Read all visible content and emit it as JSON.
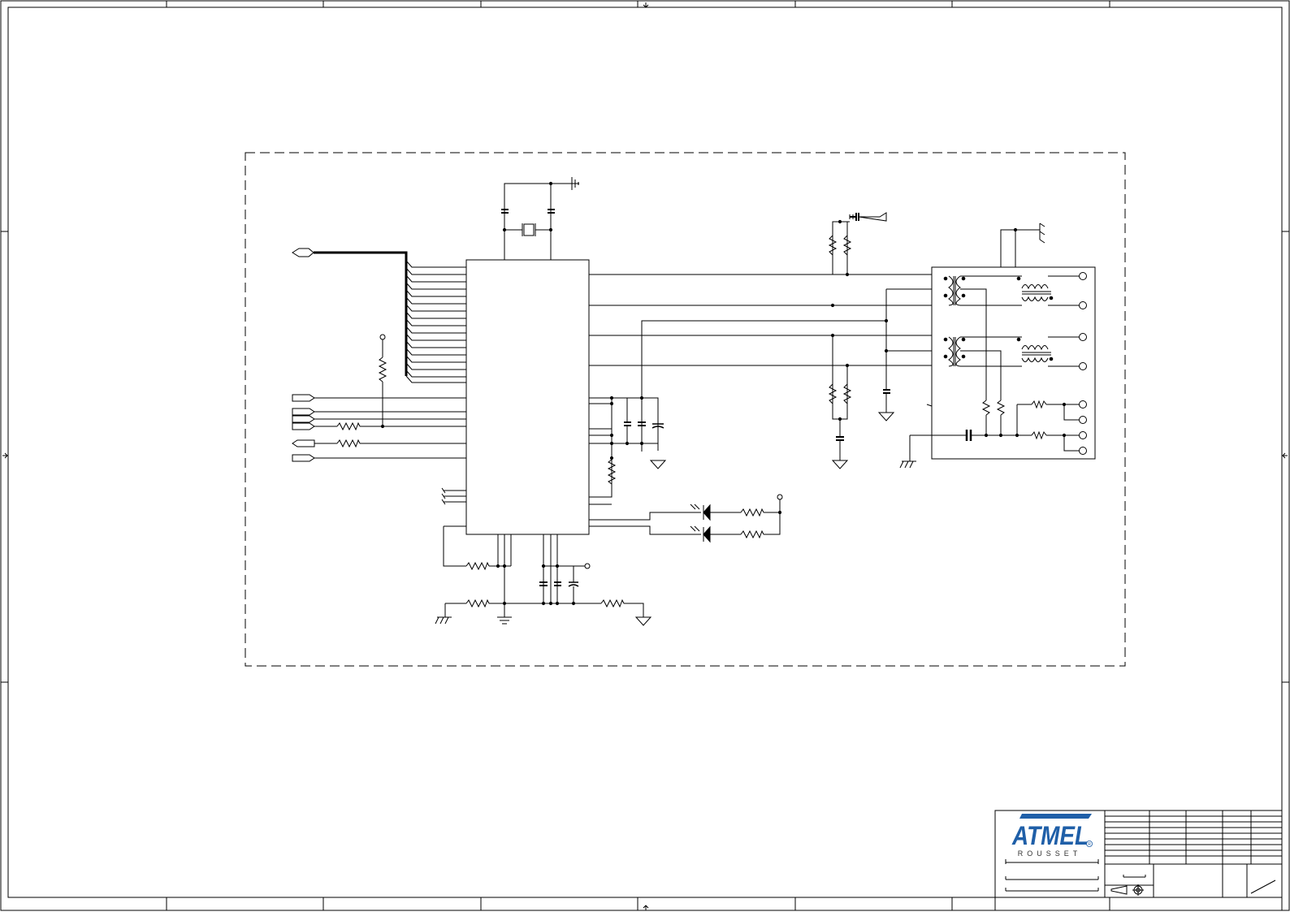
{
  "logo": {
    "brand": "ATMEL",
    "site": "ROUSSET",
    "registered_mark": "R",
    "color": "#1f5fa8"
  },
  "colors": {
    "wire": "#000000",
    "border": "#000000",
    "background": "#ffffff"
  }
}
